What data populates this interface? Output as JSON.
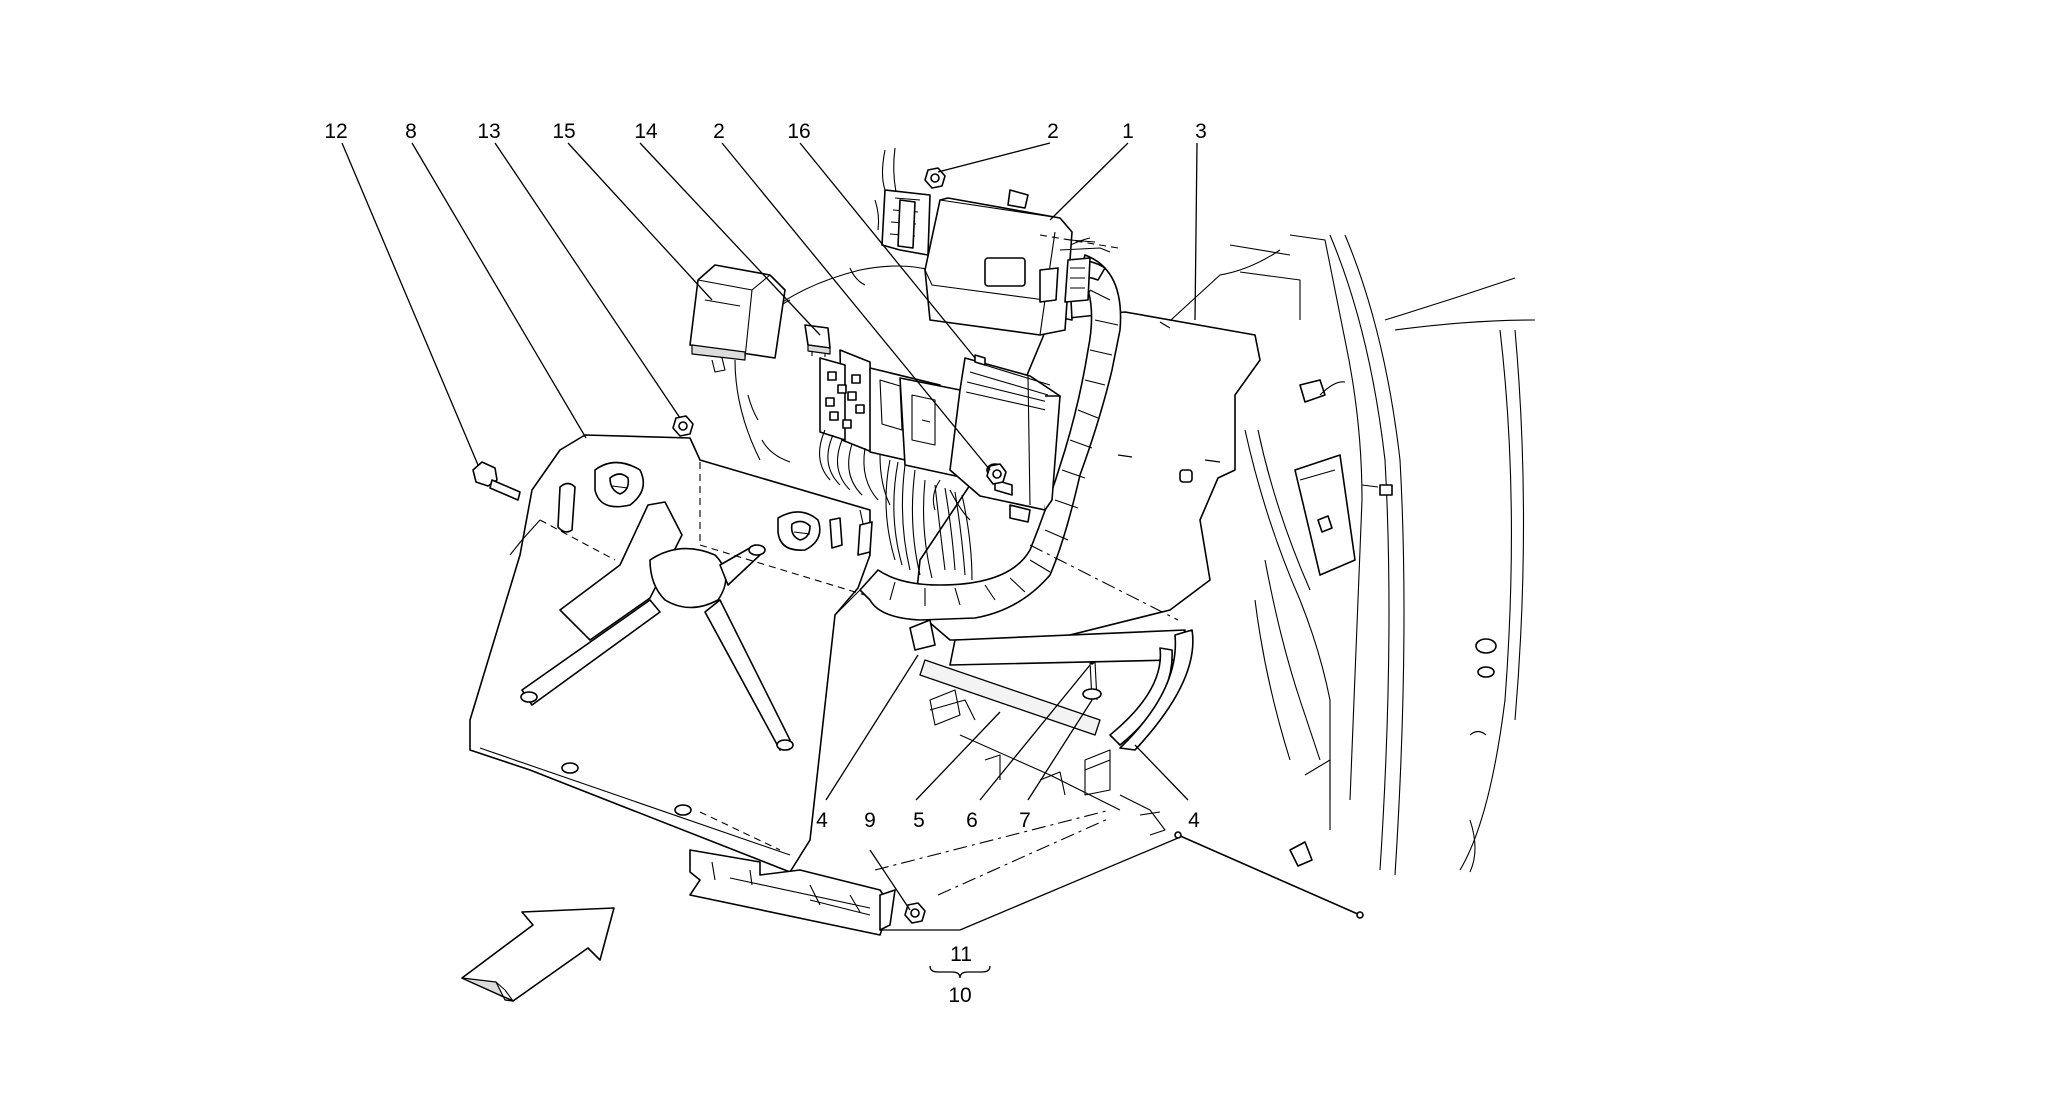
{
  "callouts": [
    "12",
    "8",
    "13",
    "15",
    "14",
    "2",
    "16",
    "2",
    "1",
    "3",
    "4",
    "5",
    "6",
    "7",
    "4",
    "9",
    "11",
    "10"
  ],
  "colors": {
    "line": "#000000",
    "background": "#ffffff"
  },
  "icons": {
    "orientation_arrow": "arrow-icon"
  }
}
